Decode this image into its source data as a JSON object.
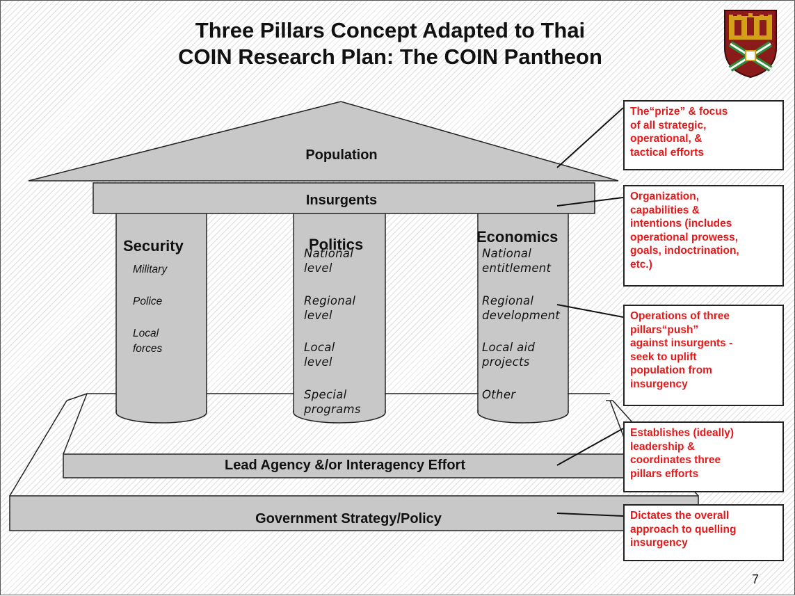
{
  "title_line1": "Three Pillars Concept Adapted to Thai",
  "title_line2": "COIN Research Plan: The COIN Pantheon",
  "roof_label": "Population",
  "beam_label": "Insurgents",
  "pillars": [
    {
      "title": "Security",
      "items": [
        "Military",
        "Police",
        "Local",
        "forces"
      ]
    },
    {
      "title": "Politics",
      "items": [
        "National",
        "level",
        "Regional",
        "level",
        "Local",
        "level",
        "Special",
        "programs"
      ]
    },
    {
      "title": "Economics",
      "items": [
        "National",
        "entitlement",
        "Regional",
        "development",
        "Local aid",
        "projects",
        "Other"
      ]
    }
  ],
  "lead_agency_label": "Lead Agency &/or Interagency Effort",
  "government_label": "Government Strategy/Policy",
  "callouts": [
    [
      "The“prize” & focus",
      "of all strategic,",
      "operational, &",
      "tactical efforts"
    ],
    [
      "Organization,",
      "capabilities &",
      "intentions (includes",
      "operational prowess,",
      "goals, indoctrination,",
      "etc.)"
    ],
    [
      "Operations of three",
      "pillars“push”",
      "against insurgents -",
      "seek to uplift",
      "population from",
      "insurgency"
    ],
    [
      "Establishes (ideally)",
      "leadership &",
      "coordinates three",
      "pillars efforts"
    ],
    [
      "Dictates the overall",
      "approach to quelling",
      "insurgency"
    ]
  ],
  "page_number": "7",
  "colors": {
    "structure_fill": "#c8c8c8",
    "callout_text": "#e51919",
    "crest_red": "#8b1a1a",
    "crest_gold": "#d4a017"
  }
}
